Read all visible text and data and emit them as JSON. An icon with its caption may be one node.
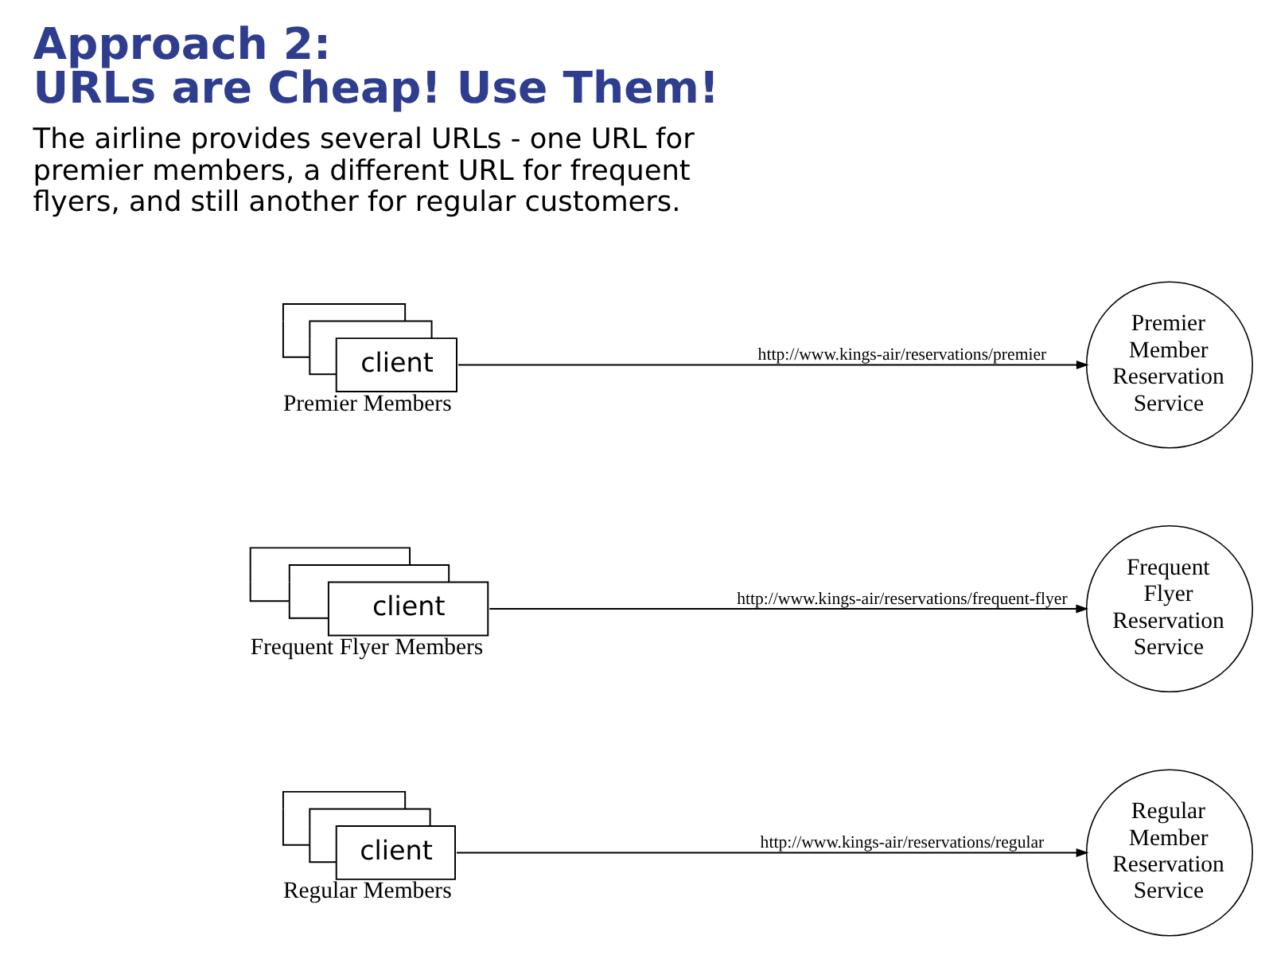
{
  "diagram": {
    "title": "Approach 2: URLs are Cheap! Use Them!",
    "nodes": [
      {
        "text": [
          "client"
        ],
        "beside": [
          "Premier Members"
        ]
      },
      {
        "text": [
          "Premier Member Reservation Service"
        ]
      },
      {
        "text": [
          "client"
        ],
        "beside": [
          "Frequent Flyer Members"
        ]
      },
      {
        "text": [
          "Frequent Flyer Reservation Service"
        ]
      },
      {
        "text": [
          "client"
        ],
        "beside": [
          "Regular Members"
        ]
      },
      {
        "text": [
          "Regular Member Reservation Service"
        ]
      }
    ],
    "edges": [
      {
        "from": 0,
        "to": 1,
        "arrow": "to",
        "label": "http://www.kings-air/reservations/premier"
      },
      {
        "from": 2,
        "to": 3,
        "arrow": "to",
        "label": "http://www.kings-air/reservations/frequent-flyer"
      },
      {
        "from": 4,
        "to": 5,
        "arrow": "to",
        "label": "http://www.kings-air/reservations/regular"
      }
    ],
    "labels": [
      "The airline provides several URLs - one URL for premier members, a different URL for frequent flyers, and still another for regular customers."
    ]
  }
}
